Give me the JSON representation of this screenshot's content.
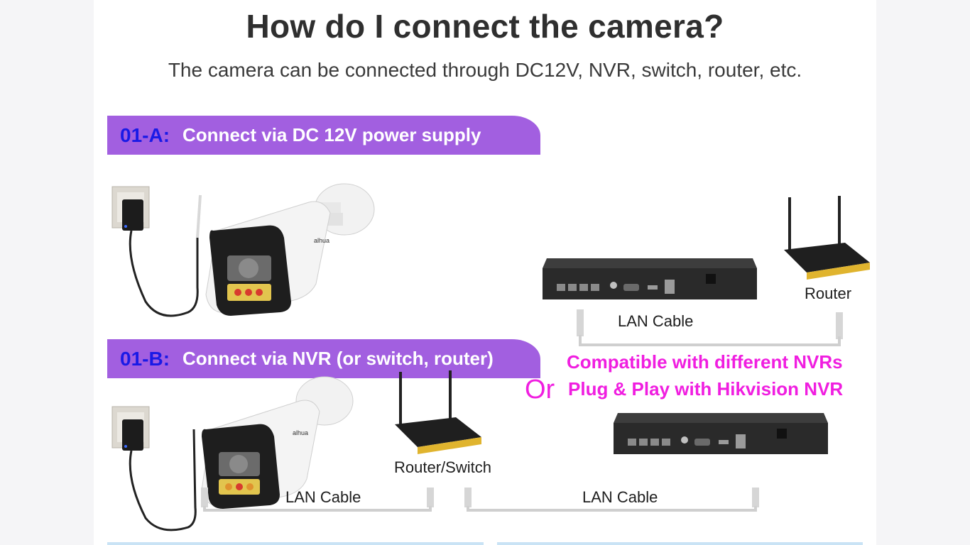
{
  "title": "How do I connect the camera?",
  "subtitle": "The camera can be connected through DC12V, NVR, switch, router, etc.",
  "section_a": {
    "code": "01-A:",
    "text": "Connect via DC 12V power supply"
  },
  "section_b": {
    "code": "01-B:",
    "text": "Connect via NVR (or switch, router)"
  },
  "labels": {
    "router": "Router",
    "lan_cable_top": "LAN Cable",
    "router_switch": "Router/Switch",
    "lan_cable_left": "LAN Cable",
    "lan_cable_right": "LAN Cable"
  },
  "compat": {
    "line1": "Compatible with different NVRs",
    "or": "Or",
    "line2": "Plug & Play with Hikvision NVR"
  },
  "colors": {
    "banner": "#a25fe0",
    "code": "#1a1ae6",
    "accent": "#f01ee0"
  },
  "icons": [
    "power-adapter-icon",
    "bullet-camera-icon",
    "nvr-recorder-icon",
    "router-icon",
    "lan-cable-icon"
  ]
}
